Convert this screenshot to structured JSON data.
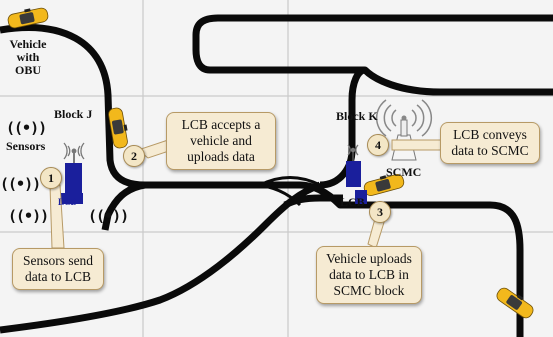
{
  "labels": {
    "vehicle_with_obu": [
      "Vehicle",
      "with",
      "OBU"
    ],
    "block_j": "Block J",
    "block_k": "Block K",
    "sensors": "Sensors",
    "scmc": "SCMC",
    "lcb_left": "LCB",
    "lcb_right": "LCB"
  },
  "sensor_glyph": "((•))",
  "steps": [
    {
      "number": "1",
      "text": "Sensors send data to LCB"
    },
    {
      "number": "2",
      "text": "LCB accepts a vehicle and uploads data"
    },
    {
      "number": "3",
      "text": "Vehicle uploads data to LCB in SCMC block"
    },
    {
      "number": "4",
      "text": "LCB conveys data to SCMC"
    }
  ],
  "colors": {
    "road": "#0a0a0a",
    "grid": "#c9c9c9",
    "callout_fill": "#f6ebd3",
    "lcb_blue": "#1a1f9c",
    "car": "#f2b81c"
  },
  "icons": [
    "car-icon",
    "antenna-icon",
    "wifi-tower-icon",
    "sensor-wave-icon"
  ]
}
